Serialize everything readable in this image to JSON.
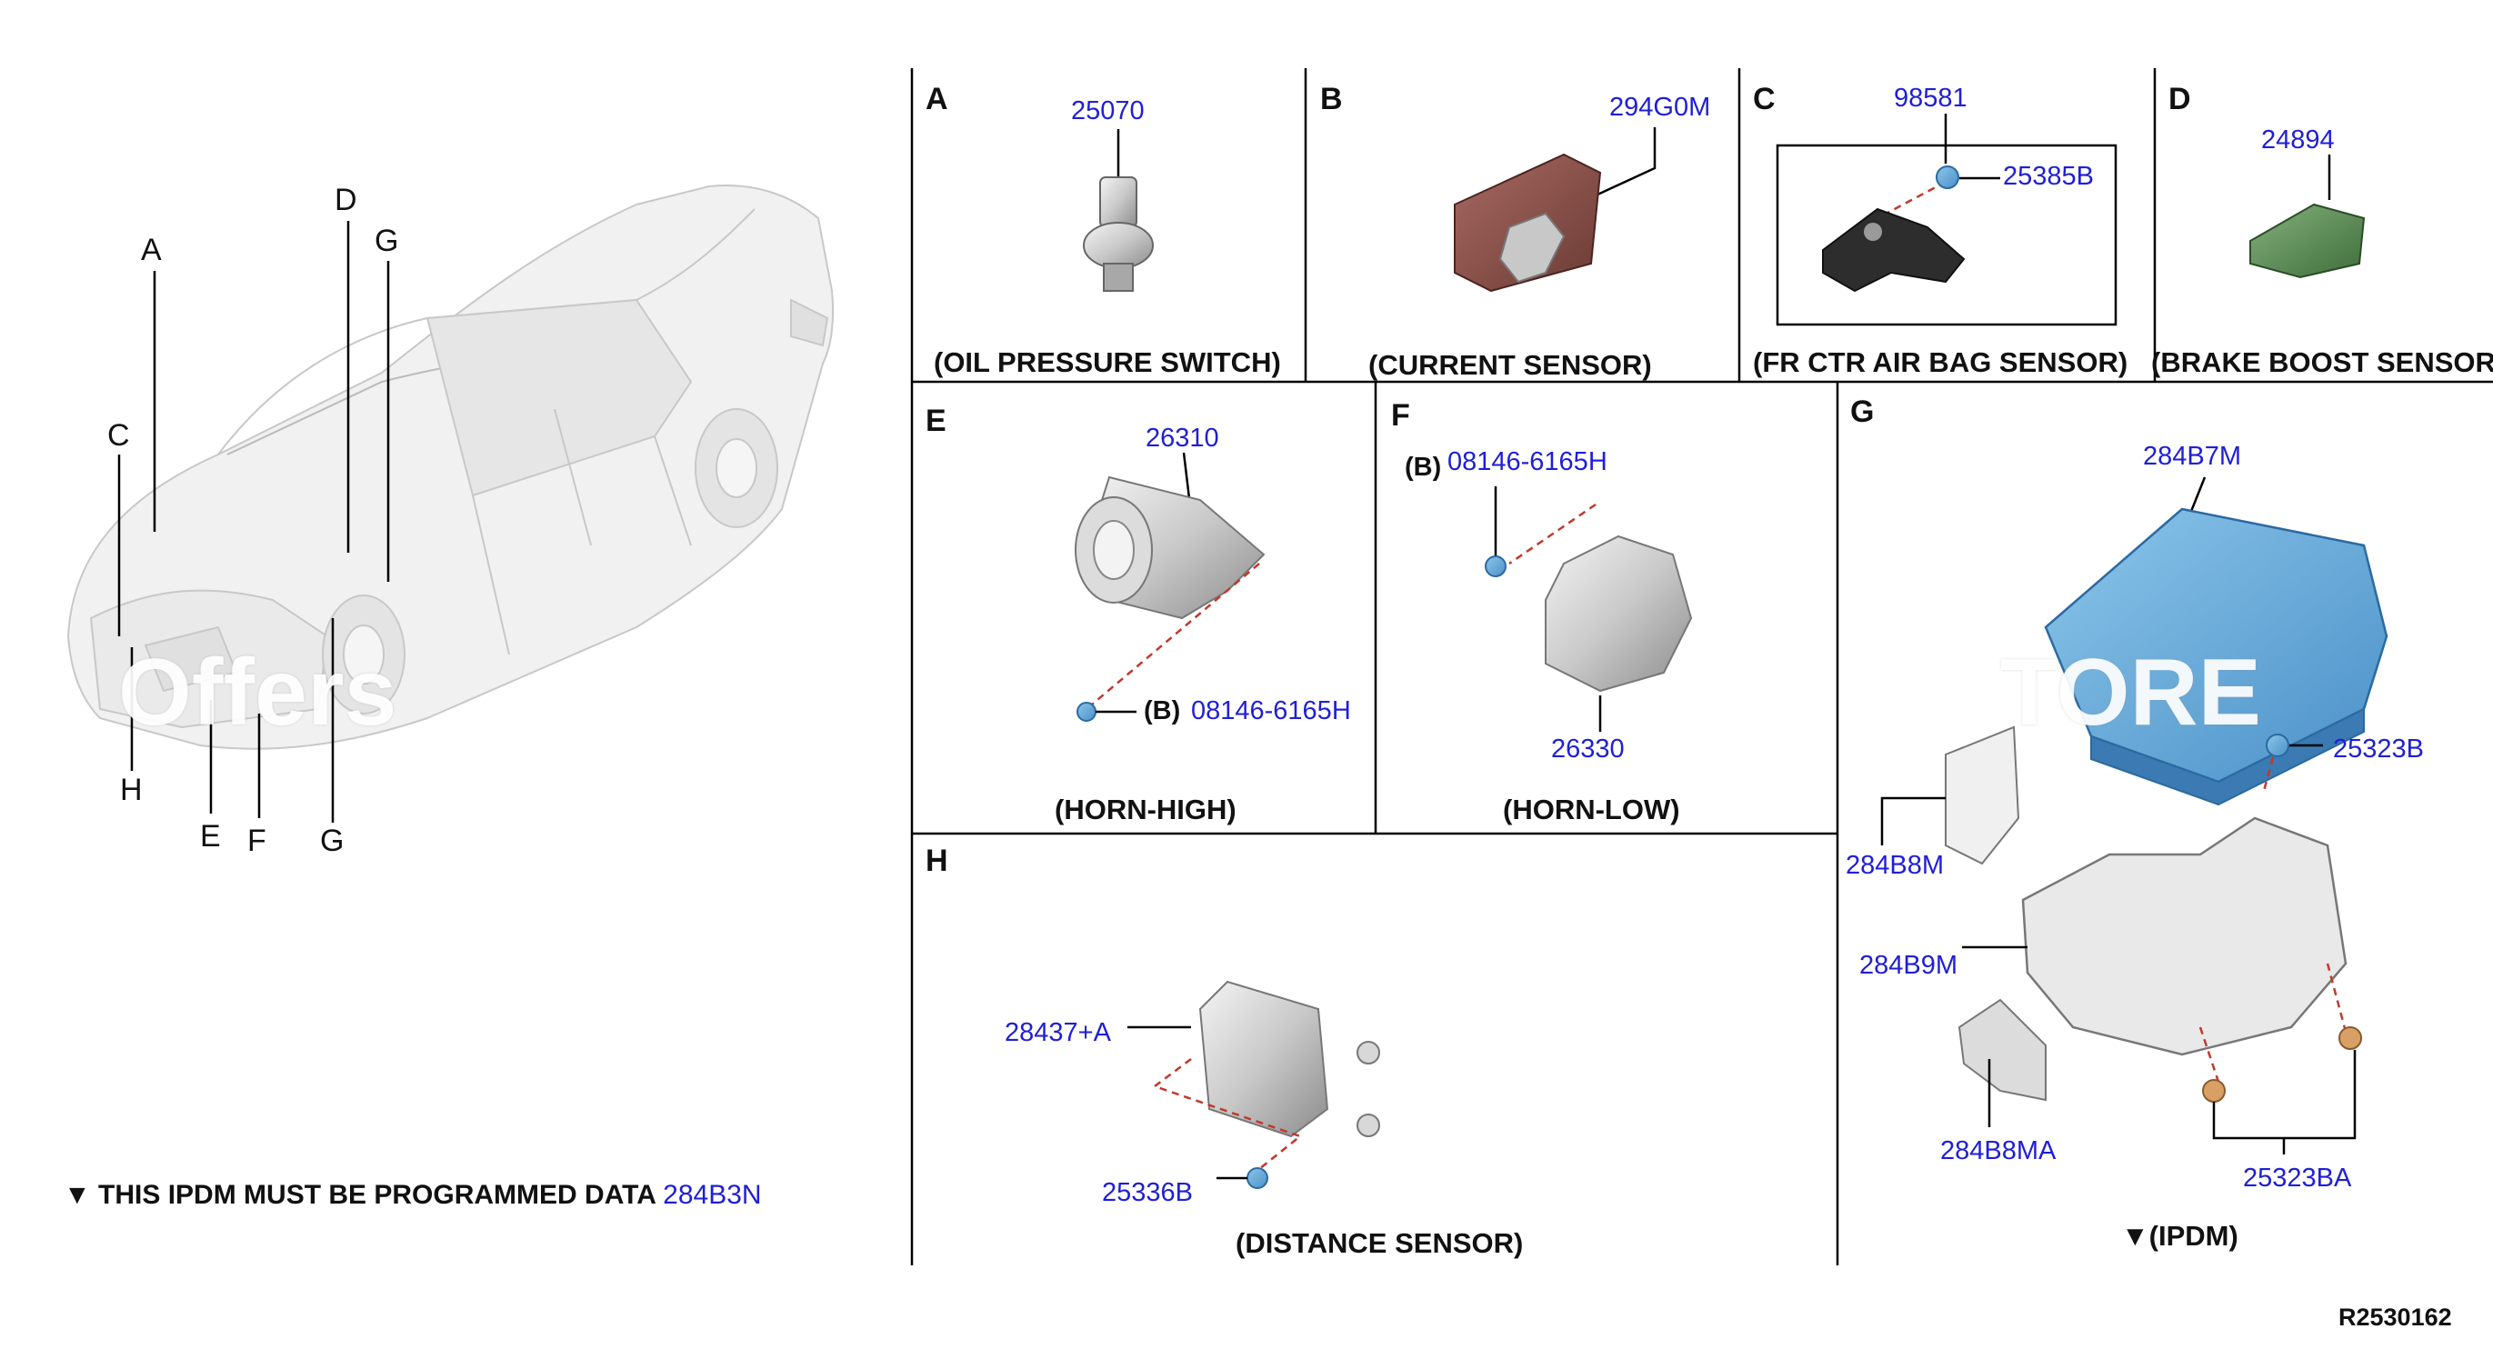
{
  "panel_letters": {
    "A": "A",
    "B": "B",
    "C": "C",
    "D": "D",
    "E": "E",
    "F": "F",
    "G": "G",
    "H": "H"
  },
  "car_letters": {
    "A": "A",
    "C": "C",
    "D": "D",
    "G_top": "G",
    "H": "H",
    "E": "E",
    "F": "F",
    "G_bottom": "G"
  },
  "parts": {
    "a_25070": "25070",
    "b_294G0M": "294G0M",
    "c_98581": "98581",
    "c_25385B": "25385B",
    "d_24894": "24894",
    "e_26310": "26310",
    "e_08146": "08146-6165H",
    "f_prefix": "(B)",
    "f_08146": "08146-6165H",
    "f_26330": "26330",
    "g_284B7M": "284B7M",
    "g_25323B": "25323B",
    "g_284B8M": "284B8M",
    "g_284B9M": "284B9M",
    "g_284B8MA": "284B8MA",
    "g_25323BA": "25323BA",
    "h_28437A": "28437+A",
    "h_25336B": "25336B"
  },
  "captions": {
    "a": "(OIL PRESSURE SWITCH)",
    "b": "(CURRENT SENSOR)",
    "c": "(FR CTR AIR BAG SENSOR)",
    "d": "(BRAKE BOOST SENSOR)",
    "e": "(HORN-HIGH)",
    "f": "(HORN-LOW)",
    "g": "▼(IPDM)",
    "h": "(DISTANCE SENSOR)"
  },
  "e_prefix": "(B)",
  "note": {
    "text": "▼ THIS IPDM MUST BE PROGRAMMED DATA",
    "part": "284B3N"
  },
  "ref_code": "R2530162",
  "watermarks": {
    "left": "Offers",
    "right": "TORE"
  },
  "colors": {
    "part_number": "#1f1fd6",
    "leader_dash": "#c0392b",
    "panel_line": "#000000"
  }
}
